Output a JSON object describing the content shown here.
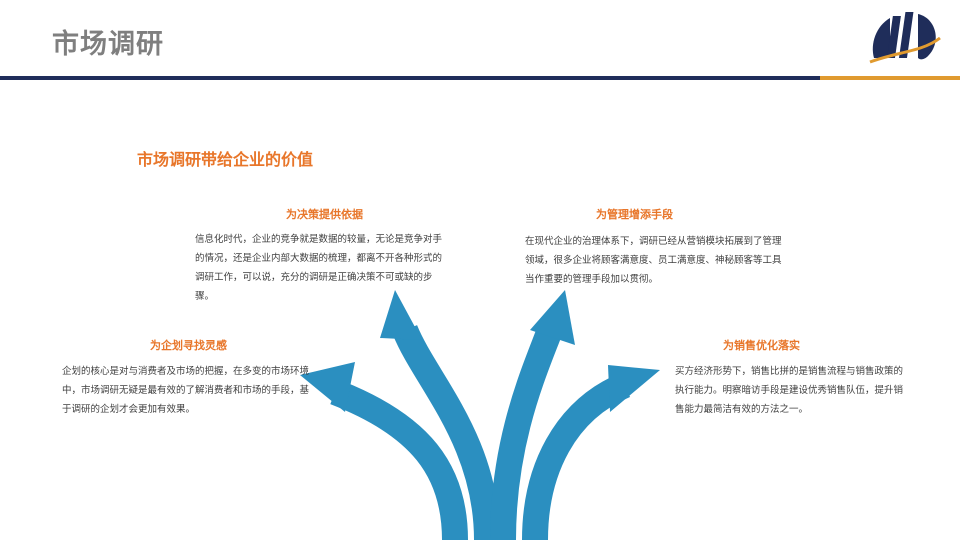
{
  "page": {
    "title": "市场调研",
    "subtitle": "市场调研带给企业的价值"
  },
  "blocks": {
    "decision": {
      "heading": "为决策提供依据",
      "text": "信息化时代，企业的竞争就是数据的较量，无论是竞争对手的情况，还是企业内部大数据的梳理，都离不开各种形式的调研工作，可以说，充分的调研是正确决策不可或缺的步骤。"
    },
    "management": {
      "heading": "为管理增添手段",
      "text": "在现代企业的治理体系下，调研已经从营销模块拓展到了管理领域，很多企业将顾客满意度、员工满意度、神秘顾客等工具当作重要的管理手段加以贯彻。"
    },
    "planning": {
      "heading": "为企划寻找灵感",
      "text": "企划的核心是对与消费者及市场的把握，在多变的市场环境中，市场调研无疑是最有效的了解消费者和市场的手段，基于调研的企划才会更加有效果。"
    },
    "sales": {
      "heading": "为销售优化落实",
      "text": "买方经济形势下，销售比拼的是销售流程与销售政策的执行能力。明察暗访手段是建设优秀销售队伍，提升销售能力最简洁有效的方法之一。"
    }
  },
  "colors": {
    "accent_orange": "#e8762a",
    "arrow_blue": "#2b8fc0",
    "navy": "#1f2d5a",
    "gold": "#e09a2f",
    "title_gray": "#7f7f7f"
  },
  "icons": {
    "logo": "brand-logo-icon"
  }
}
